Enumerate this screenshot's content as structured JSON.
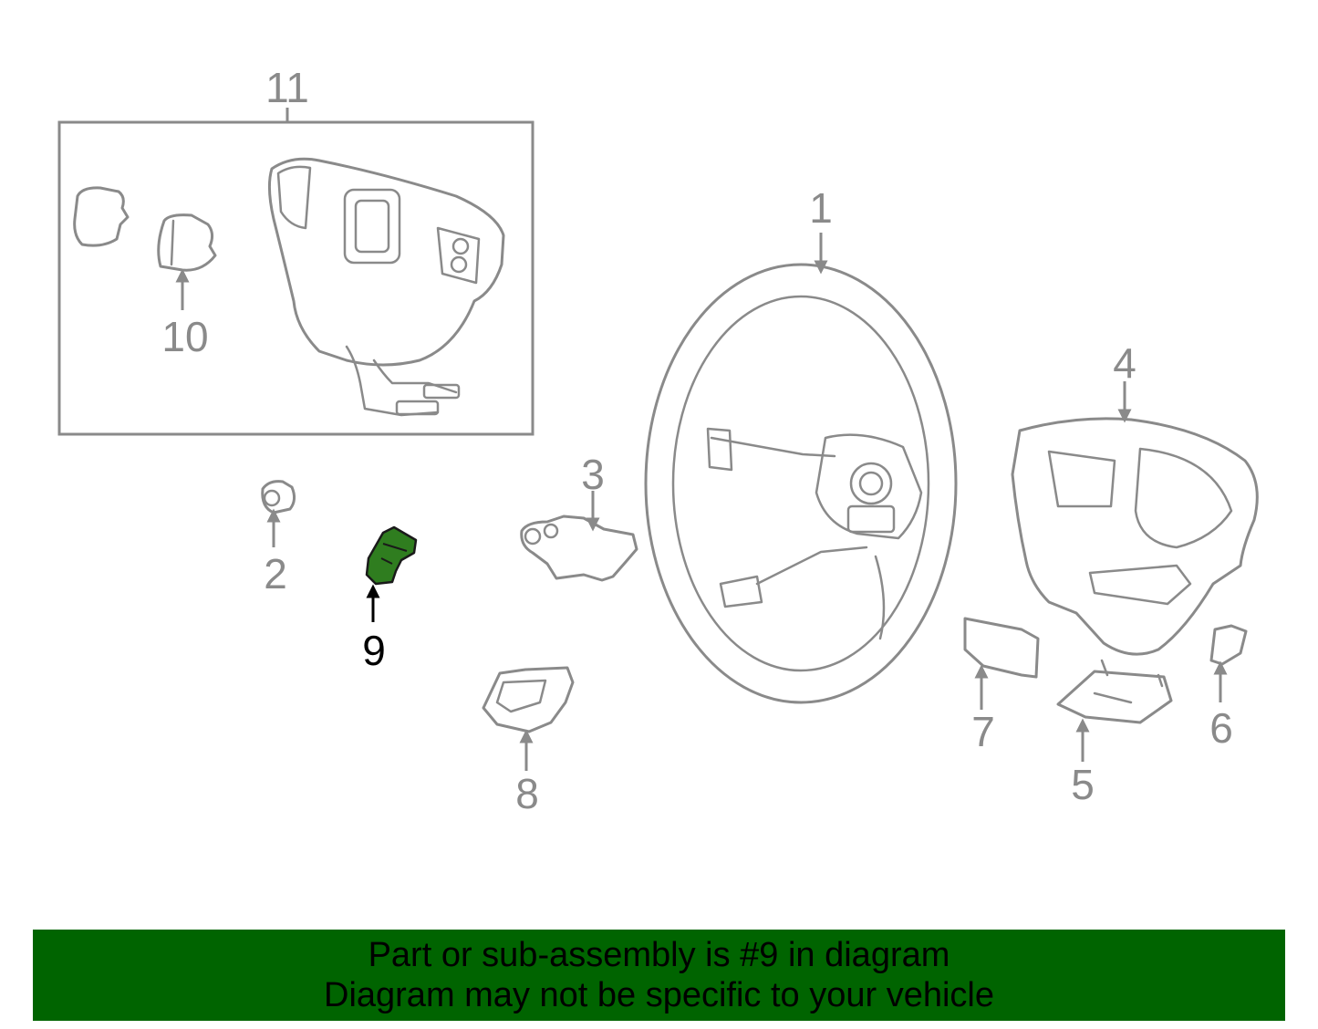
{
  "callouts": {
    "c1": "1",
    "c2": "2",
    "c3": "3",
    "c4": "4",
    "c5": "5",
    "c6": "6",
    "c7": "7",
    "c8": "8",
    "c9": "9",
    "c10": "10",
    "c11": "11"
  },
  "highlighted_callout": "9",
  "colors": {
    "highlight": "#2f7d1f",
    "banner": "#006400",
    "line_art": "#8a8a8a"
  },
  "banner": {
    "line1": "Part or sub-assembly is #9 in diagram",
    "line2": "Diagram may not be specific to your vehicle"
  }
}
